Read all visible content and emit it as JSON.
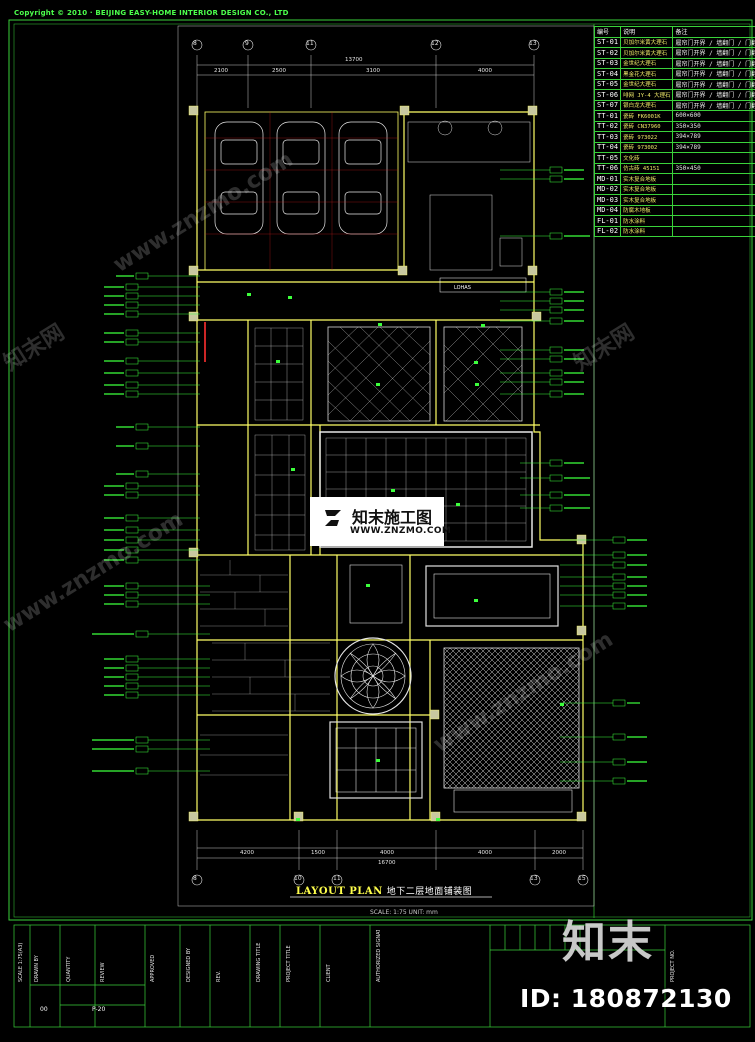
{
  "header": {
    "copyright": "Copyright © 2010 · BEIJING EASY-HOME INTERIOR DESIGN CO., LTD"
  },
  "grid_labels": {
    "top": [
      "8",
      "9",
      "11",
      "12",
      "13"
    ],
    "bottom": [
      "8",
      "10",
      "11",
      "13",
      "15"
    ]
  },
  "dimensions": {
    "top_total": "13700",
    "top_parts": [
      "2100",
      "2500",
      "3100",
      "4000"
    ],
    "bottom_total": "16700",
    "bottom_parts": [
      "4200",
      "1500",
      "4000",
      "4000",
      "2000"
    ]
  },
  "legend": {
    "header": [
      "编号",
      "说明",
      "备注"
    ],
    "rows": [
      {
        "code": "ST-01",
        "desc": "贝加尔米黄大理石",
        "note": "履帘门开界 / 墙翻门 / 门翻"
      },
      {
        "code": "ST-02",
        "desc": "贝加尔米黄大理石",
        "note": "履帘门开界 / 墙翻门 / 门翻"
      },
      {
        "code": "ST-03",
        "desc": "金世纪大理石",
        "note": "履帘门开界 / 墙翻门 / 门翻"
      },
      {
        "code": "ST-04",
        "desc": "黑金花大理石",
        "note": "履帘门开界 / 墙翻门 / 门翻"
      },
      {
        "code": "ST-05",
        "desc": "金世纪大理石",
        "note": "履帘门开界 / 墙翻门 / 门翻"
      },
      {
        "code": "ST-06",
        "desc": "啡网 JY-4 大理石",
        "note": "履帘门开界 / 墙翻门 / 门翻"
      },
      {
        "code": "ST-07",
        "desc": "银白龙大理石",
        "note": "履帘门开界 / 墙翻门 / 门翻"
      },
      {
        "code": "TT-01",
        "desc": "瓷砖 FK6001K",
        "note": "600×600"
      },
      {
        "code": "TT-02",
        "desc": "瓷砖 CN37960",
        "note": "350×350"
      },
      {
        "code": "TT-03",
        "desc": "瓷砖 973022",
        "note": "394×789"
      },
      {
        "code": "TT-04",
        "desc": "瓷砖 973002",
        "note": "394×789"
      },
      {
        "code": "TT-05",
        "desc": "文化砖",
        "note": ""
      },
      {
        "code": "TT-06",
        "desc": "仿古砖 45151",
        "note": "350×450"
      },
      {
        "code": "MD-01",
        "desc": "实木复合地板",
        "note": ""
      },
      {
        "code": "MD-02",
        "desc": "实木复合地板",
        "note": ""
      },
      {
        "code": "MD-03",
        "desc": "实木复合地板",
        "note": ""
      },
      {
        "code": "MD-04",
        "desc": "防腐木地板",
        "note": ""
      },
      {
        "code": "FL-01",
        "desc": "防水涂料",
        "note": ""
      },
      {
        "code": "FL-02",
        "desc": "防水涂料",
        "note": ""
      }
    ]
  },
  "plan": {
    "title": "LAYOUT PLAN",
    "subtitle": "地下二层地面铺装图",
    "scale": "SCALE: 1:75  UNIT: mm",
    "room_label": "LOHAS"
  },
  "titleblock": {
    "cells": [
      "SCALE 1:75(A3)",
      "DRAWN BY",
      "QUANTITY",
      "REVIEW",
      "APPROVED",
      "DESIGNED BY",
      "REV.",
      "DRAWING TITLE",
      "PROJECT TITLE",
      "CLIENT",
      "AUTHORIZED SIGNATURE",
      "PROJECT NO."
    ],
    "sheet_no": "P-20",
    "rev_no": "00"
  },
  "watermark": {
    "brand_cn": "知末施工图",
    "brand_url": "WWW.ZNZMO.COM",
    "big_cn": "知末",
    "id_text": "ID: 180872130",
    "diag_text": "www.znzmo.com",
    "diag_cn": "知末网"
  },
  "colors": {
    "background": "#000000",
    "frame": "#3ad23a",
    "wall": "#ffff66",
    "hatch": "#e0e0e0",
    "accent": "#ff3030",
    "tag": "#3cff3c"
  }
}
